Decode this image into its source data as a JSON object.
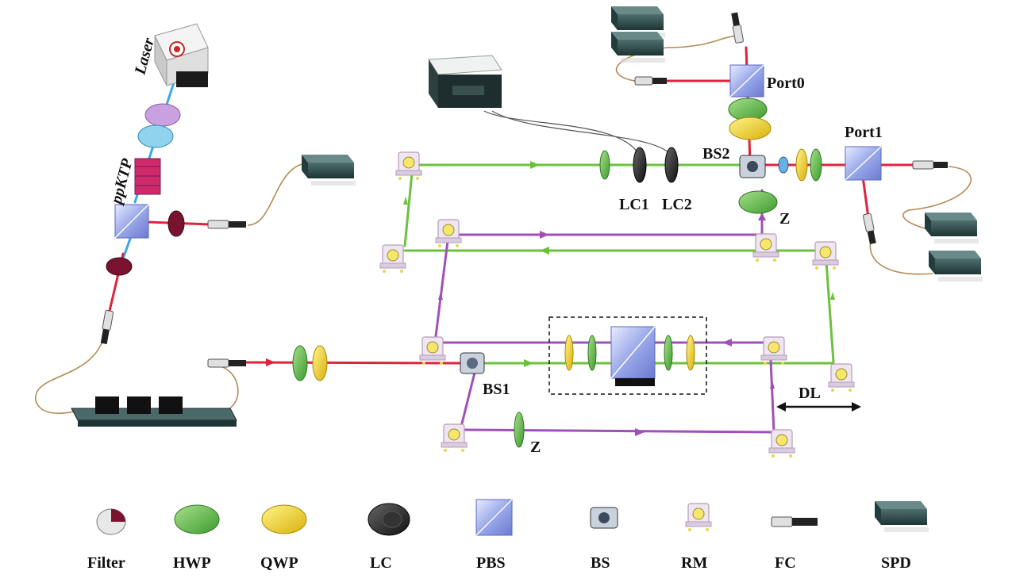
{
  "labels": {
    "laser": "Laser",
    "ppktp": "ppKTP",
    "port0": "Port0",
    "port1": "Port1",
    "bs2": "BS2",
    "lc1": "LC1",
    "lc2": "LC2",
    "z_top": "Z",
    "bs1": "BS1",
    "z_bottom": "Z",
    "dl": "DL"
  },
  "legend": [
    {
      "key": "filter",
      "label": "Filter"
    },
    {
      "key": "hwp",
      "label": "HWP"
    },
    {
      "key": "qwp",
      "label": "QWP"
    },
    {
      "key": "lc",
      "label": "LC"
    },
    {
      "key": "pbs",
      "label": "PBS"
    },
    {
      "key": "bs",
      "label": "BS"
    },
    {
      "key": "rm",
      "label": "RM"
    },
    {
      "key": "fc",
      "label": "FC"
    },
    {
      "key": "spd",
      "label": "SPD"
    }
  ],
  "colors": {
    "red_beam": "#e0233c",
    "green_beam": "#6cc13c",
    "purple_beam": "#a050b8",
    "blue_beam": "#37a9e6",
    "fiber": "#b58a55",
    "hwp": "#5fc14a",
    "qwp": "#f2dc2a",
    "spd_body": "#2e4a4a"
  }
}
